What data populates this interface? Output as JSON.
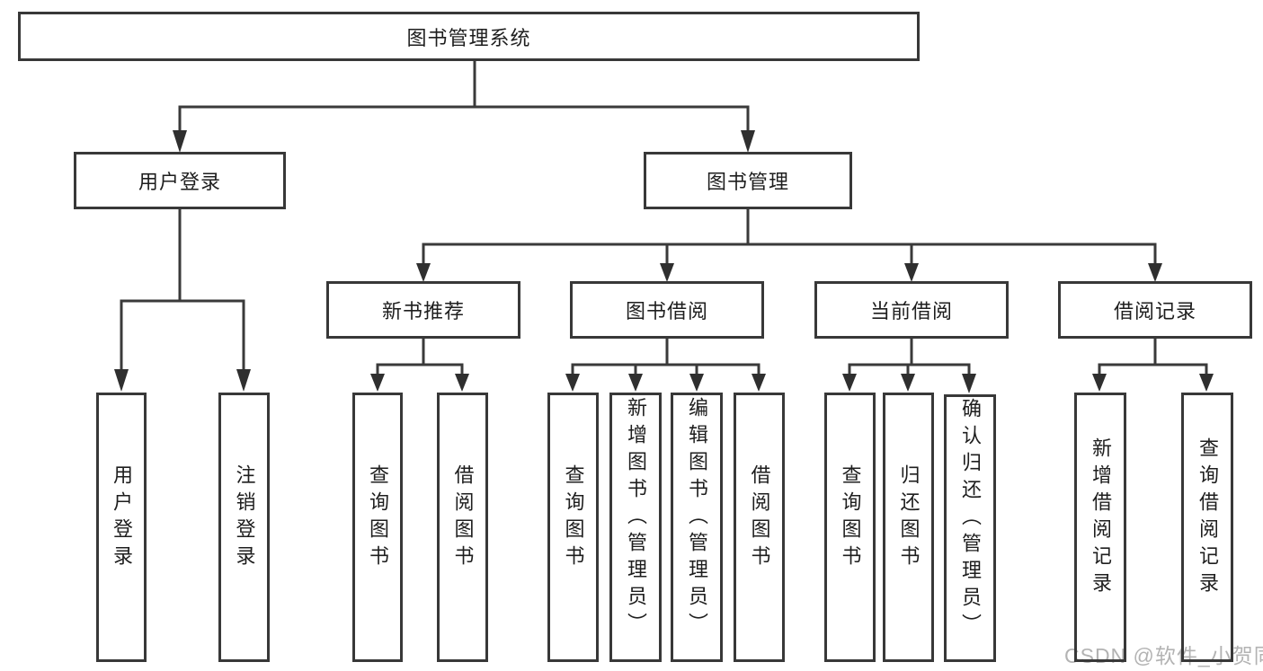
{
  "colors": {
    "background": "#ffffff",
    "line": "#3a3a3a",
    "box_border": "#383838",
    "text": "#1e1e1e",
    "watermark": "#b3b3b3"
  },
  "watermark": {
    "text": "CSDN @软件_小贺同学"
  },
  "tree": {
    "label": "图书管理系统",
    "children": [
      {
        "label": "用户登录",
        "children": [
          {
            "label": "用户登录"
          },
          {
            "label": "注销登录"
          }
        ]
      },
      {
        "label": "图书管理",
        "children": [
          {
            "label": "新书推荐",
            "children": [
              {
                "label": "查询图书"
              },
              {
                "label": "借阅图书"
              }
            ]
          },
          {
            "label": "图书借阅",
            "children": [
              {
                "label": "查询图书"
              },
              {
                "label": "新增图书（管理员）"
              },
              {
                "label": "编辑图书（管理员）"
              },
              {
                "label": "借阅图书"
              }
            ]
          },
          {
            "label": "当前借阅",
            "children": [
              {
                "label": "查询图书"
              },
              {
                "label": "归还图书"
              },
              {
                "label": "确认归还（管理员）"
              }
            ]
          },
          {
            "label": "借阅记录",
            "children": [
              {
                "label": "新增借阅记录"
              },
              {
                "label": "查询借阅记录"
              }
            ]
          }
        ]
      }
    ]
  }
}
